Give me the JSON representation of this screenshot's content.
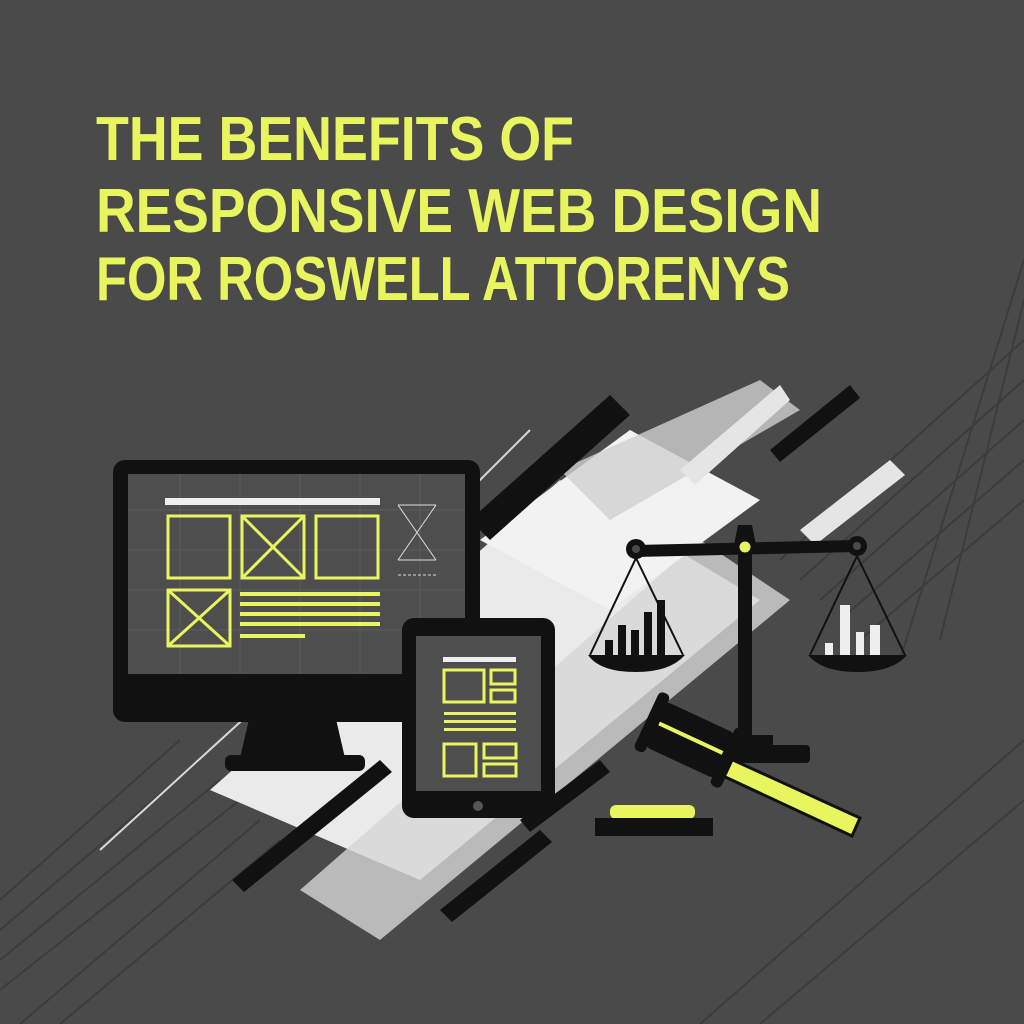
{
  "title": {
    "line1": "THE BENEFITS OF",
    "line2": "RESPONSIVE WEB DESIGN",
    "line3": "FOR ROSWELL ATTORENYS"
  },
  "colors": {
    "background": "#4a4a4a",
    "accent": "#e9f55f",
    "dark": "#111111",
    "light": "#e6e6e6"
  },
  "icons": [
    "desktop-monitor-icon",
    "tablet-icon",
    "scales-of-justice-icon",
    "gavel-icon"
  ]
}
